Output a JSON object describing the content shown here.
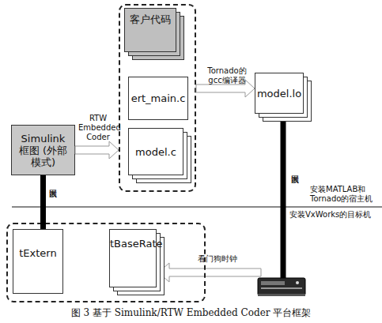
{
  "diagram": {
    "caption": "图 3 基于 Simulink/RTW Embedded Coder 平台框架",
    "nodes": [
      {
        "text": []
      },
      {
        "text": [
          "客户代码"
        ],
        "in": 0
      },
      {
        "text": [
          "ert_main.c"
        ],
        "in": 0
      },
      {
        "text": [
          "model.c"
        ],
        "in": 0
      },
      {
        "text": [
          "Simulink 框图 (外部模式)"
        ]
      },
      {
        "text": [
          "model.lo"
        ]
      },
      {
        "text": []
      },
      {
        "text": [
          "tExtern"
        ],
        "in": 6
      },
      {
        "text": [
          "tBaseRate"
        ],
        "in": 6
      }
    ],
    "edges": [
      {
        "from": 4,
        "to": 0,
        "arrow": "to",
        "label": "RTW Embedded Coder"
      },
      {
        "from": 0,
        "to": 5,
        "arrow": "to",
        "label": "Tornado的 gcc编译器"
      },
      {
        "from": 4,
        "to": 7,
        "arrow": "none",
        "label": "以太网"
      }
    ],
    "labels": [
      "以太网",
      "安装MATLAB和 Tornado的宿主机",
      "安装VxWorks的目标机",
      "看门狗时钟"
    ]
  }
}
